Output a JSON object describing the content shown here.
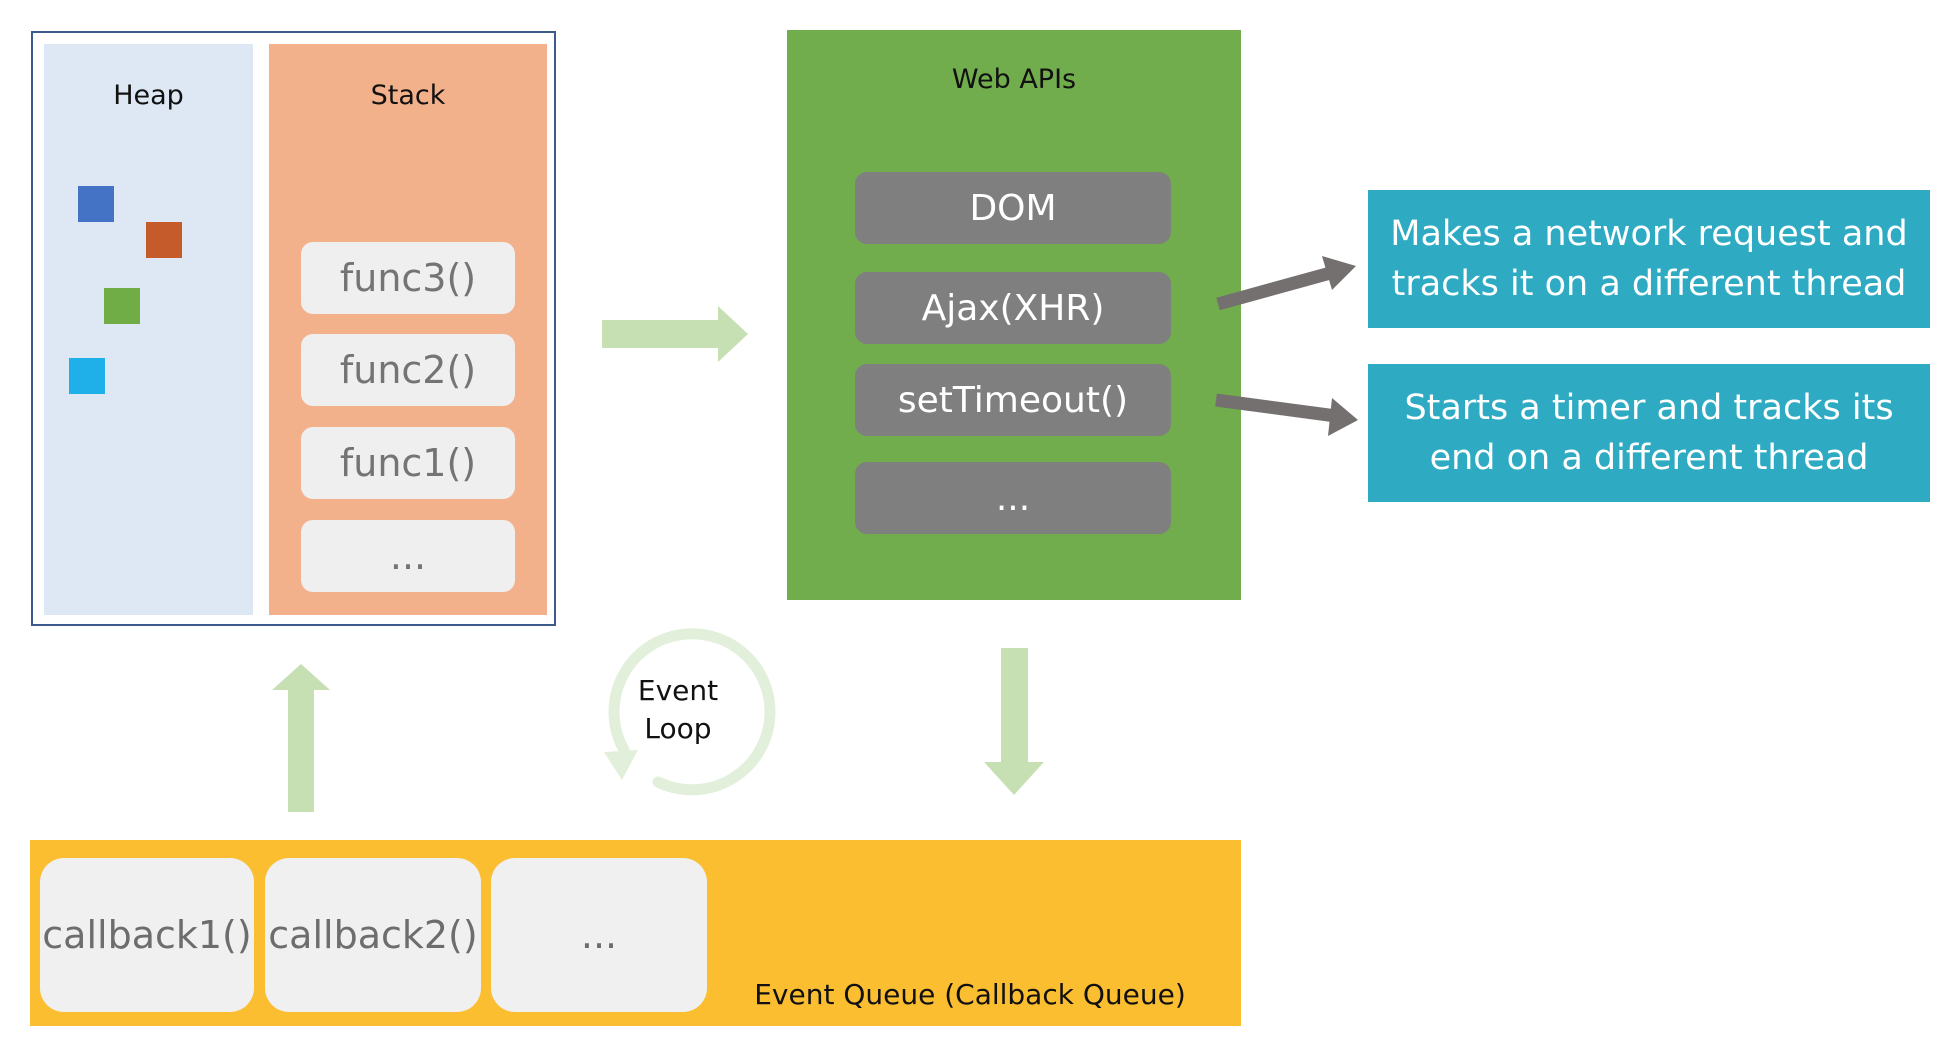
{
  "heap": {
    "title": "Heap",
    "objects": [
      {
        "color": "#4472c4"
      },
      {
        "color": "#c55a2a"
      },
      {
        "color": "#70ad47"
      },
      {
        "color": "#1fb0ea"
      }
    ]
  },
  "stack": {
    "title": "Stack",
    "frames": [
      "func3()",
      "func2()",
      "func1()",
      "..."
    ]
  },
  "web_apis": {
    "title": "Web APIs",
    "items": [
      "DOM",
      "Ajax(XHR)",
      "setTimeout()",
      "..."
    ]
  },
  "callouts": {
    "network": "Makes a network request and tracks it on a different thread",
    "timer": "Starts a timer and tracks its end on a different thread"
  },
  "event_loop": {
    "label_line1": "Event",
    "label_line2": "Loop"
  },
  "event_queue": {
    "title": "Event Queue (Callback Queue)",
    "items": [
      "callback1()",
      "callback2()",
      "..."
    ]
  },
  "colors": {
    "flow_arrow": "#c6e0b4",
    "callout_arrow": "#757070",
    "event_loop_ring": "#e2efda"
  }
}
